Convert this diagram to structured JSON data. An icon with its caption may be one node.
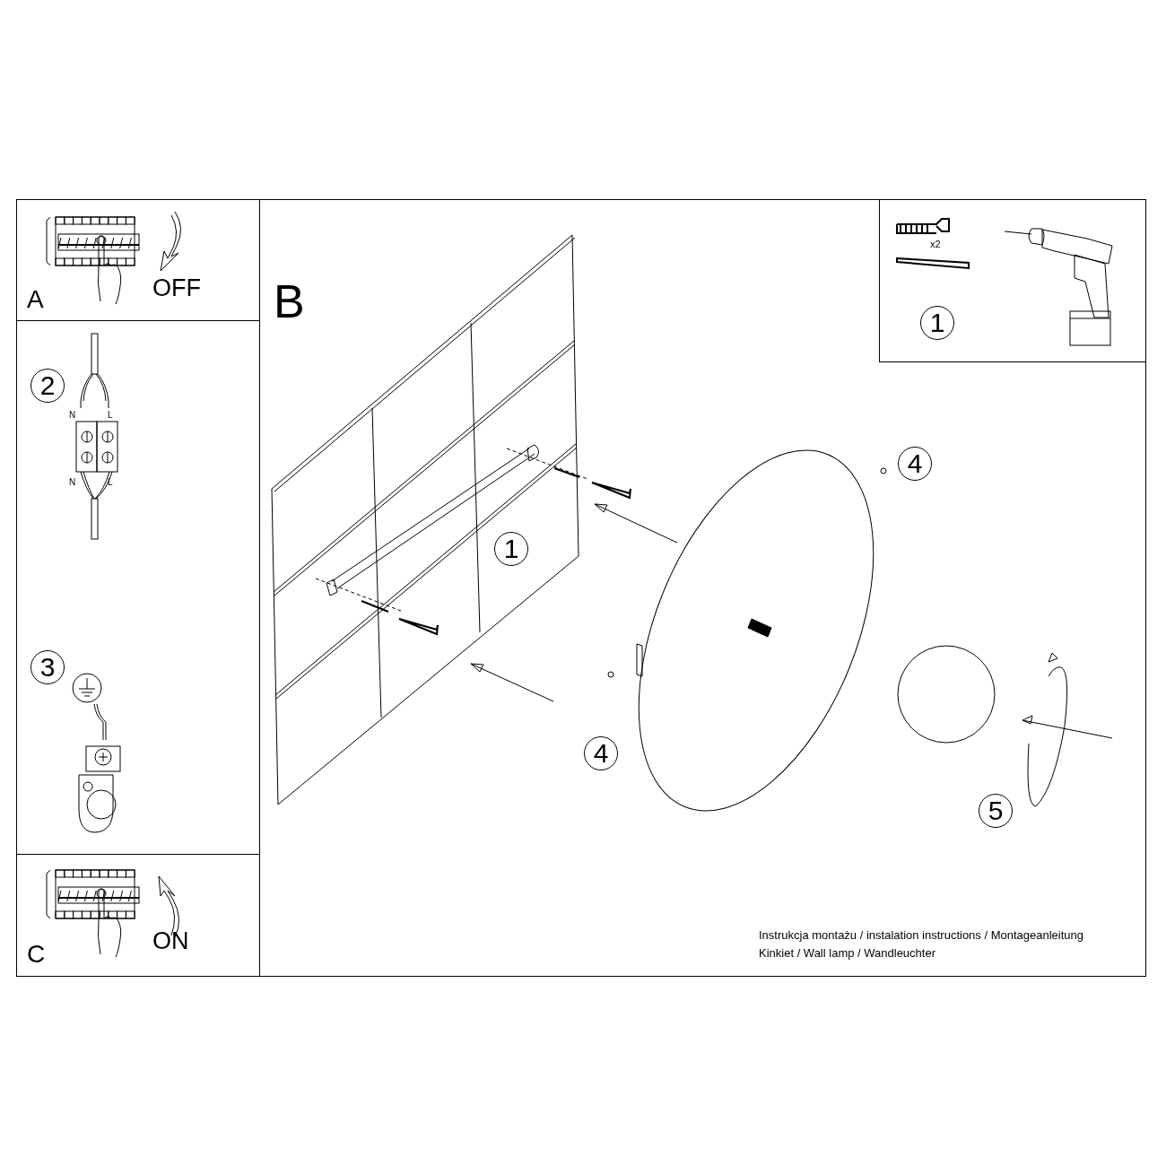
{
  "diagram": {
    "labels": [
      "A",
      "OFF",
      "B",
      "x2",
      "1",
      "4",
      "2",
      "N",
      "L",
      "N",
      "L",
      "1",
      "3",
      "4",
      "5",
      "C",
      "ON",
      "Instrukcja montażu / instalation instructions / Montageanleitung",
      "Kinkiet / Wall lamp / Wandleuchter"
    ]
  }
}
